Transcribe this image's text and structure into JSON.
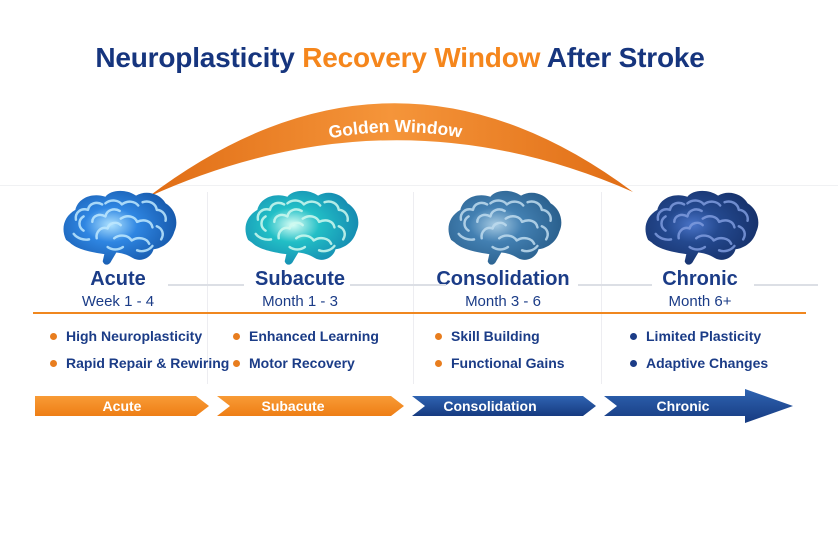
{
  "title": {
    "navy1": "Neuroplasticity",
    "orange": "Recovery Window",
    "navy2": "After Stroke"
  },
  "golden_window": {
    "label": "Golden Window",
    "arc_color": "#EE8123",
    "text_color": "#FFFFFF"
  },
  "stages": [
    {
      "name": "Acute",
      "period": "Week 1 - 4",
      "bullets": [
        "High Neuroplasticity",
        "Rapid Repair & Rewiring"
      ],
      "bullet_color": "#E87D1E",
      "brain_colors": {
        "glow": "#AEE2FF",
        "front": "#2F86E2",
        "back": "#09418F",
        "line": "#BFE9FF"
      }
    },
    {
      "name": "Subacute",
      "period": "Month 1 - 3",
      "bullets": [
        "Enhanced Learning",
        "Motor Recovery"
      ],
      "bullet_color": "#E87D1E",
      "brain_colors": {
        "glow": "#D9FFF6",
        "front": "#22BFC6",
        "back": "#0E6FA6",
        "line": "#CFFAF0"
      }
    },
    {
      "name": "Consolidation",
      "period": "Month 3 - 6",
      "bullets": [
        "Skill Building",
        "Functional Gains"
      ],
      "bullet_color": "#E87D1E",
      "brain_colors": {
        "glow": "#A8CCE4",
        "front": "#4380B2",
        "back": "#1C4E79",
        "line": "#BFDCEF"
      }
    },
    {
      "name": "Chronic",
      "period": "Month 6+",
      "bullets": [
        "Limited Plasticity",
        "Adaptive Changes"
      ],
      "bullet_color": "#1B3C87",
      "brain_colors": {
        "glow": "#4A74C8",
        "front": "#24498F",
        "back": "#0F2558",
        "line": "#7E9BDE"
      }
    }
  ],
  "timeline": {
    "segments": [
      "Acute",
      "Subacute",
      "Consolidation",
      "Chronic"
    ],
    "orange_color": "#F0831F",
    "navy_color": "#1B4191"
  },
  "colors": {
    "navy_text": "#1B3C87",
    "title_navy": "#16357E",
    "title_orange": "#F5861C",
    "orange_accent": "#F0871F",
    "background": "#FFFFFF"
  }
}
